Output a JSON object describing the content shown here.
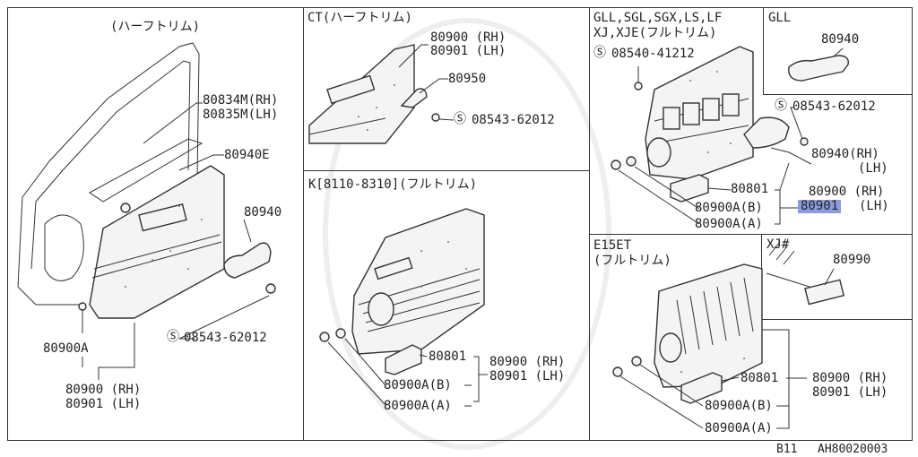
{
  "diagram": {
    "footer": {
      "page_code": "B11",
      "diagram_code": "AH80020003"
    },
    "panel_left": {
      "title": "(ハーフトリム)",
      "labels": {
        "rh_834": "80834M(RH)",
        "lh_835": "80835M(LH)",
        "p_940e": "80940E",
        "p_940": "80940",
        "screw": "08543-62012",
        "clip": "80900A",
        "rh": "80900 (RH)",
        "lh": "80901 (LH)"
      }
    },
    "panel_ct": {
      "title": "CT(ハーフトリム)",
      "labels": {
        "rh": "80900 (RH)",
        "lh": "80901 (LH)",
        "p_950": "80950",
        "screw": "08543-62012"
      }
    },
    "panel_k": {
      "title": "K[8110-8310](フルトリム)",
      "labels": {
        "p_801": "80801",
        "clip_b": "80900A(B)",
        "clip_a": "80900A(A)",
        "rh": "80900 (RH)",
        "lh": "80901 (LH)"
      }
    },
    "panel_gll_full": {
      "title_line1": "GLL,SGL,SGX,LS,LF",
      "title_line2": "XJ,XJE(フルトリム)",
      "labels": {
        "screw_top": "08540-41212",
        "screw_right": "08543-62012",
        "p_940_rh": "80940(RH)",
        "p_940_lh": "(LH)",
        "p_801": "80801",
        "clip_b": "80900A(B)",
        "clip_a": "80900A(A)",
        "rh": "80900 (RH)",
        "lh_part": "80901",
        "lh_side": "(LH)"
      }
    },
    "panel_gll": {
      "title": "GLL",
      "labels": {
        "p_940": "80940"
      }
    },
    "panel_e15et": {
      "title_line1": "E15ET",
      "title_line2": "(フルトリム)",
      "labels": {
        "p_801": "80801",
        "clip_b": "80900A(B)",
        "clip_a": "80900A(A)",
        "rh": "80900 (RH)",
        "lh": "80901 (LH)"
      }
    },
    "panel_xj": {
      "title": "XJ#",
      "labels": {
        "p_990": "80990"
      }
    },
    "colors": {
      "highlight": "#8f9be0",
      "line": "#333333"
    }
  }
}
